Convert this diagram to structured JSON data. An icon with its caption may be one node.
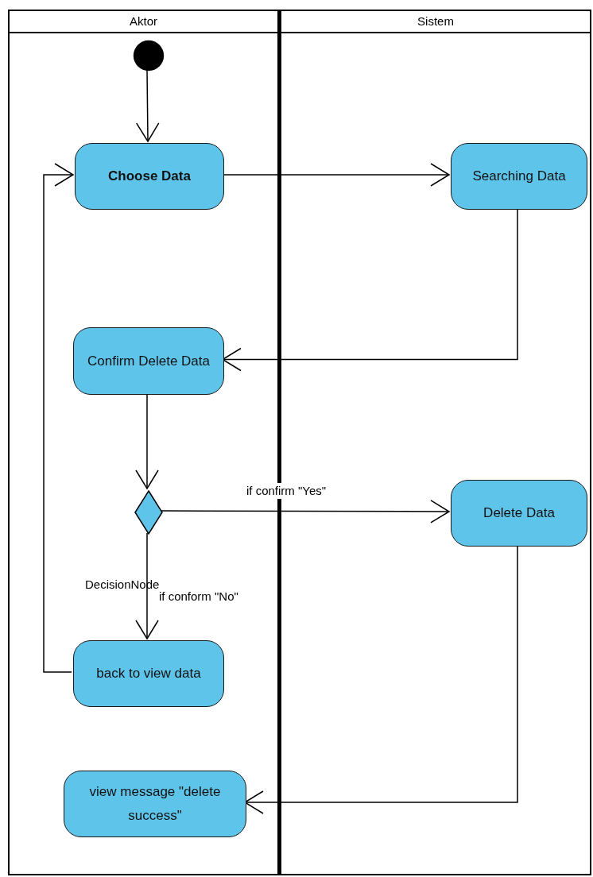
{
  "diagram": {
    "nodes": [
      {
        "text": [
          "Aktor"
        ]
      },
      {
        "text": [
          "Sistem"
        ]
      },
      {
        "text": [],
        "shape": "circle",
        "in": 0
      },
      {
        "text": [
          "Choose Data"
        ],
        "in": 0
      },
      {
        "text": [
          "Searching Data"
        ],
        "in": 1
      },
      {
        "text": [
          "Confirm Delete Data"
        ],
        "in": 0
      },
      {
        "text": [],
        "shape": "diamond",
        "in": 0,
        "beside": [
          "DecisionNode"
        ]
      },
      {
        "text": [
          "Delete Data"
        ],
        "in": 1
      },
      {
        "text": [
          "back to view data"
        ],
        "in": 0
      },
      {
        "text": [
          "view message \"delete success\""
        ],
        "in": 0
      }
    ],
    "edges": [
      {
        "from": 2,
        "to": 3,
        "arrow": "to"
      },
      {
        "from": 3,
        "to": 4,
        "arrow": "to"
      },
      {
        "from": 4,
        "to": 5,
        "arrow": "to"
      },
      {
        "from": 5,
        "to": 6,
        "arrow": "to"
      },
      {
        "from": 6,
        "to": 7,
        "arrow": "to",
        "label": "if confirm \"Yes\""
      },
      {
        "from": 6,
        "to": 8,
        "arrow": "to",
        "label": "if conform \"No\""
      },
      {
        "from": 8,
        "to": 3,
        "arrow": "to"
      },
      {
        "from": 7,
        "to": 9,
        "arrow": "to"
      }
    ]
  }
}
